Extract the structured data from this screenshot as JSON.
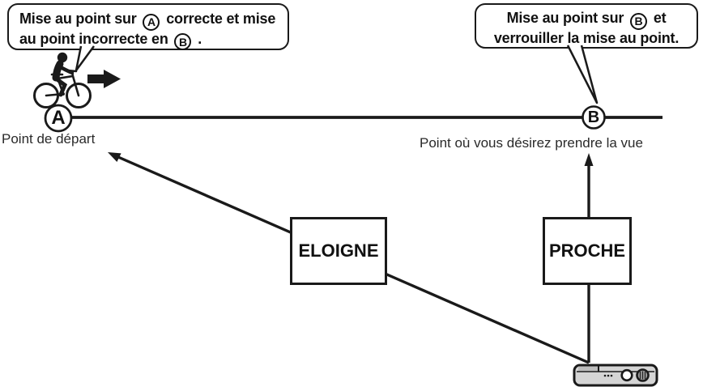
{
  "callouts": {
    "left": {
      "line1_pre": "Mise au point sur",
      "line1_marker": "A",
      "line1_post": "correcte et mise",
      "line2_pre": "au point incorrecte en",
      "line2_marker": "B",
      "line2_post": "."
    },
    "right": {
      "line1_pre": "Mise au point sur",
      "line1_marker": "B",
      "line1_post": "et",
      "line2": "verrouiller la mise au point."
    }
  },
  "points": {
    "a": {
      "label": "A",
      "caption": "Point de départ"
    },
    "b": {
      "label": "B",
      "caption": "Point où vous désirez prendre la vue"
    }
  },
  "distance_boxes": {
    "far": "ELOIGNE",
    "near": "PROCHE"
  },
  "icons": {
    "cyclist": "cyclist-icon",
    "direction_arrow": "right-arrow-icon",
    "camera": "camera-icon"
  },
  "colors": {
    "ink": "#1a1a1a",
    "camera_body": "#d5d5d5"
  }
}
